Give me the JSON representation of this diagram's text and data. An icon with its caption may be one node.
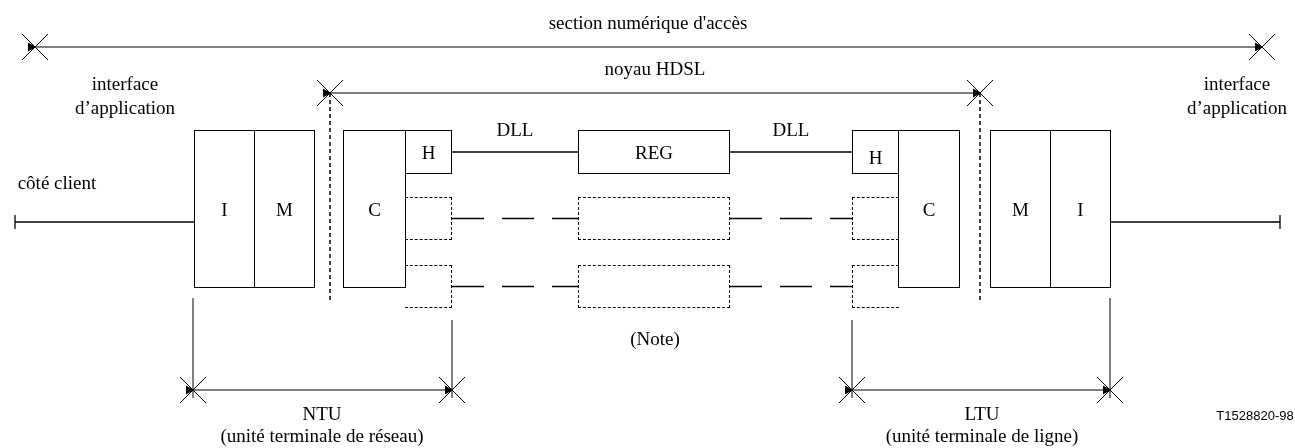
{
  "diagram": {
    "nodes": [
      {
        "text": [
          "I"
        ]
      },
      {
        "text": [
          "M"
        ]
      },
      {
        "text": [
          "C"
        ]
      },
      {
        "text": [
          "H"
        ]
      },
      {
        "text": [
          "REG"
        ]
      },
      {
        "text": [
          "H"
        ]
      },
      {
        "text": [
          "C"
        ]
      },
      {
        "text": [
          "M"
        ]
      },
      {
        "text": [
          "I"
        ]
      },
      {
        "text": [],
        "shape": "box"
      },
      {
        "text": [],
        "shape": "box"
      },
      {
        "text": [],
        "shape": "box"
      },
      {
        "text": [],
        "shape": "box"
      },
      {
        "text": [],
        "shape": "box"
      },
      {
        "text": [],
        "shape": "box"
      }
    ],
    "edges": [
      {
        "from": null,
        "to": 0,
        "arrow": "other"
      },
      {
        "from": 3,
        "to": 4,
        "arrow": "none",
        "label": "DLL"
      },
      {
        "from": 4,
        "to": 5,
        "arrow": "none",
        "label": "DLL"
      },
      {
        "from": 9,
        "to": 10,
        "arrow": "none",
        "style": "dashed"
      },
      {
        "from": 10,
        "to": 11,
        "arrow": "none",
        "style": "dashed"
      },
      {
        "from": 12,
        "to": 13,
        "arrow": "none",
        "style": "dashed"
      },
      {
        "from": 13,
        "to": 14,
        "arrow": "none",
        "style": "dashed"
      },
      {
        "from": 8,
        "to": null,
        "arrow": "other"
      }
    ],
    "labels": [
      "section numérique d'accès",
      "interface d’application",
      "noyau HDSL",
      "interface d’application",
      "côté client",
      "(Note)",
      "NTU",
      "(unité terminale de réseau)",
      "LTU",
      "(unité terminale de ligne)",
      "T1528820-98"
    ]
  }
}
